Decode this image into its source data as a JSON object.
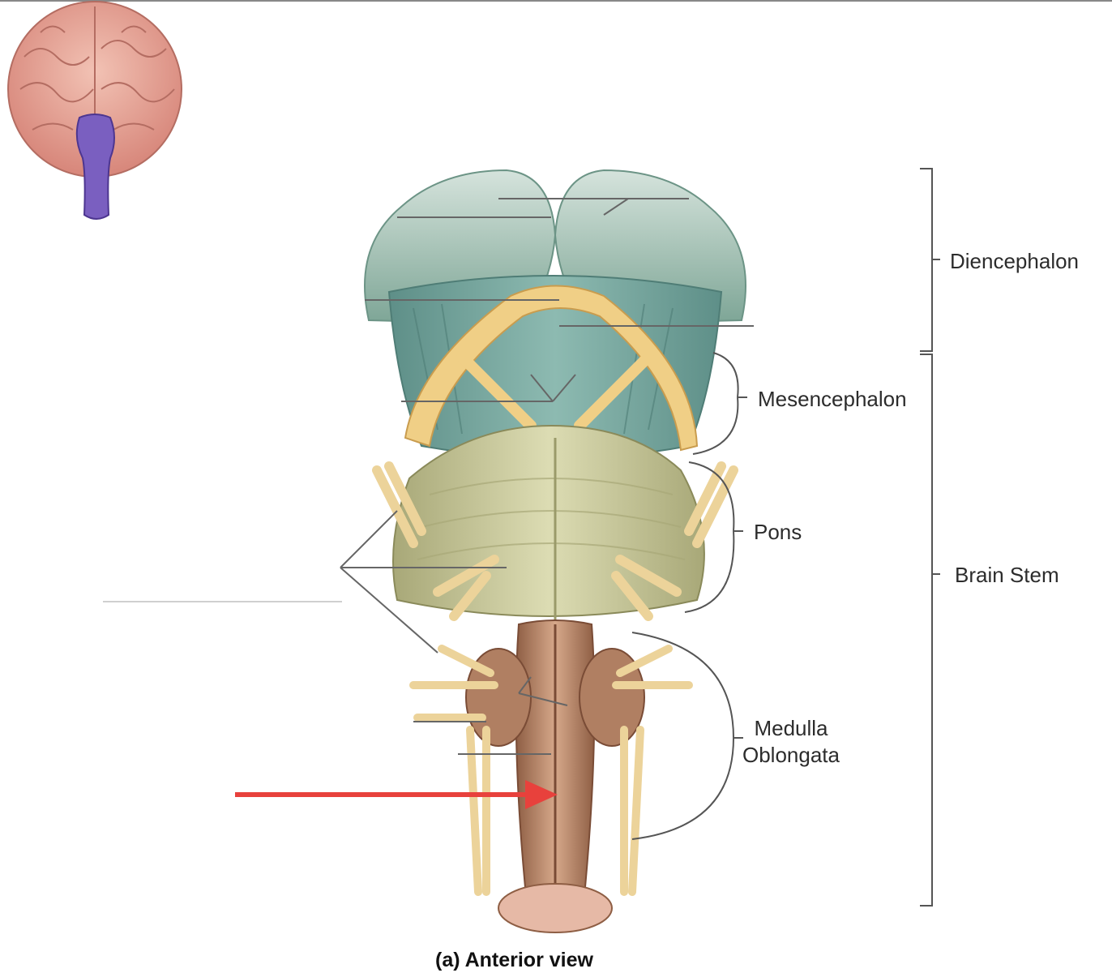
{
  "labels": {
    "diencephalon": "Diencephalon",
    "mesencephalon": "Mesencephalon",
    "pons": "Pons",
    "brain_stem": "Brain Stem",
    "medulla_line1": "Medulla",
    "medulla_line2": "Oblongata"
  },
  "caption": "(a) Anterior view",
  "colors": {
    "thalamus": "#a9c4b8",
    "midbrain": "#6e9e97",
    "pons": "#c9c89a",
    "medulla": "#b07f62",
    "nerve": "#ecd39a",
    "optic": "#f0cf86",
    "cerebrum": "#e7a79a",
    "brainstem_icon": "#7a5fc0",
    "arrow": "#e8413c",
    "bracket": "#555555",
    "leader": "#666666"
  }
}
